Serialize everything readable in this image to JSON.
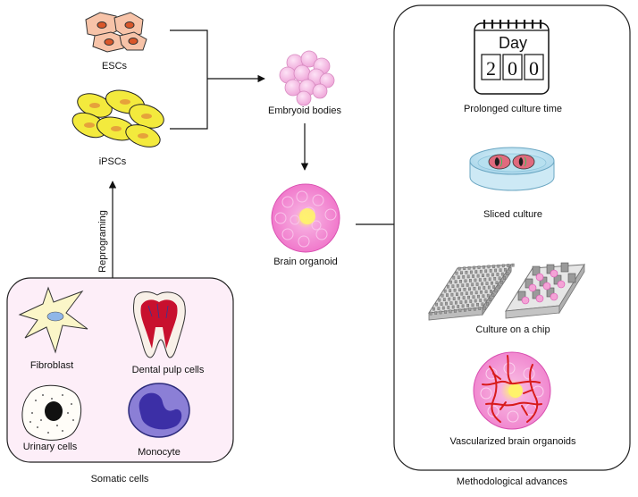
{
  "labels": {
    "escs": "ESCs",
    "ipscs": "iPSCs",
    "embryoid_bodies": "Embryoid bodies",
    "brain_organoid": "Brain organoid",
    "reprograming": "Reprograming",
    "fibroblast": "Fibroblast",
    "dental_pulp_cells": "Dental pulp cells",
    "urinary_cells": "Urinary cells",
    "monocyte": "Monocyte",
    "somatic_cells": "Somatic cells",
    "day": "Day",
    "day_digits": [
      "2",
      "0",
      "0"
    ],
    "prolonged_culture_time": "Prolonged culture time",
    "sliced_culture": "Sliced culture",
    "culture_on_a_chip": "Culture on a chip",
    "vascularized_brain_organoids": "Vascularized brain organoids",
    "methodological_advances": "Methodological advances"
  },
  "colors": {
    "escs_fill": "#f7c3a8",
    "ipscs_fill": "#f3ea3d",
    "somatic_box_fill": "#fdeef8",
    "organoid_pink": "#f28ccf",
    "vessel_red": "#d81b1b",
    "monocyte_fill": "#8b7fd6"
  }
}
